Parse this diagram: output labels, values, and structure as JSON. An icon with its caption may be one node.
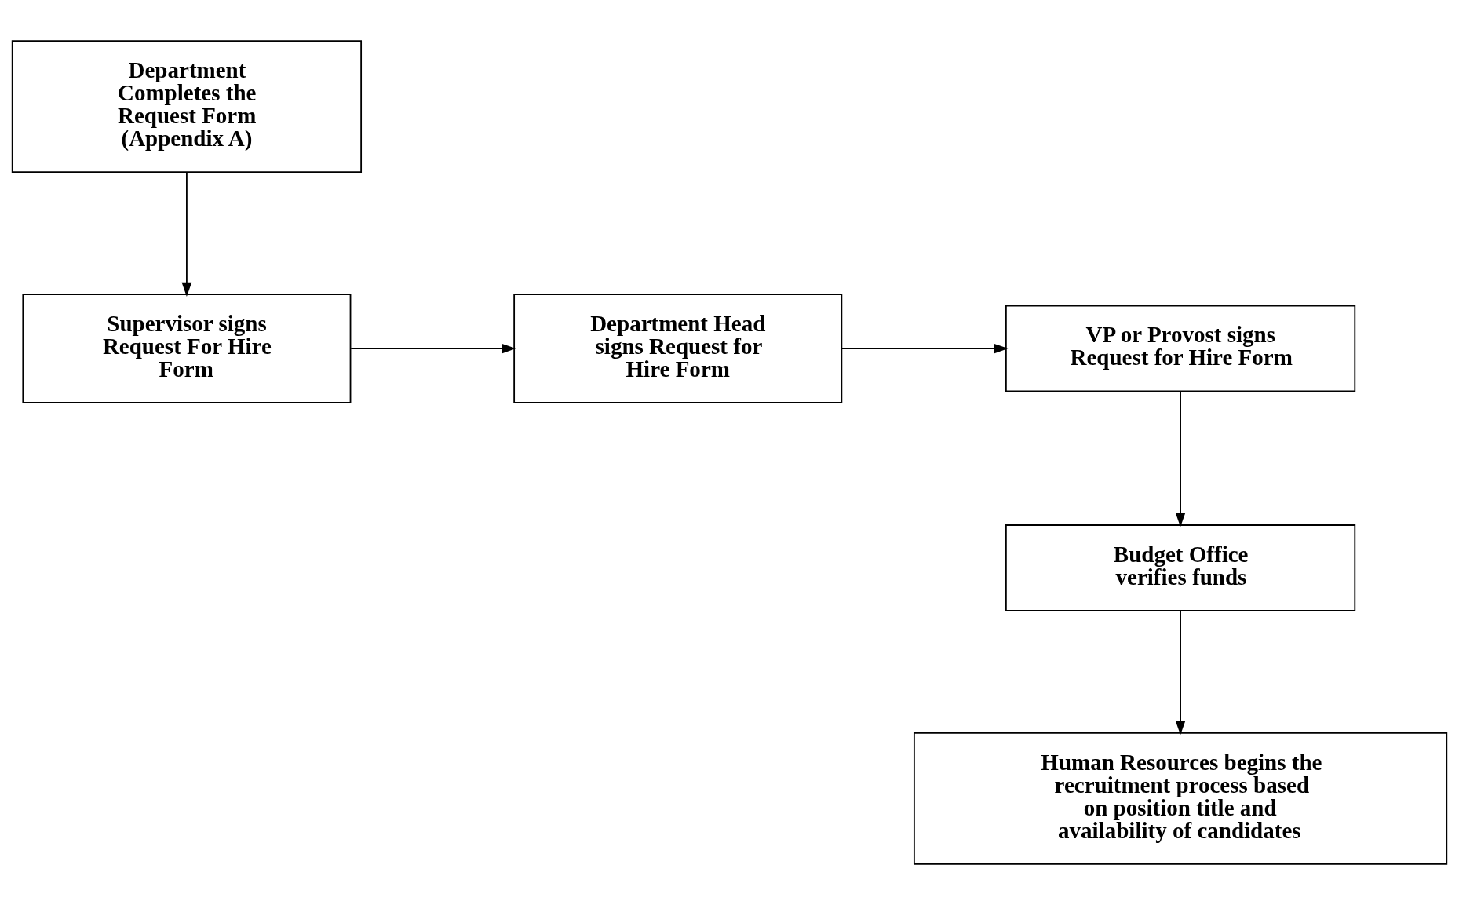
{
  "diagram": {
    "nodes": [
      {
        "text": [
          "Department Completes the Request Form (Appendix A)"
        ]
      },
      {
        "text": [
          "Supervisor signs Request For Hire Form"
        ]
      },
      {
        "text": [
          "Department Head signs Request for Hire Form"
        ]
      },
      {
        "text": [
          "VP or Provost signs Request for Hire Form"
        ]
      },
      {
        "text": [
          "Budget Office verifies funds"
        ]
      },
      {
        "text": [
          "Human Resources begins the recruitment process based on position title and availability of candidates"
        ]
      }
    ],
    "edges": [
      {
        "from": 0,
        "to": 1,
        "arrow": "to"
      },
      {
        "from": 1,
        "to": 2,
        "arrow": "to"
      },
      {
        "from": 2,
        "to": 3,
        "arrow": "to"
      },
      {
        "from": 3,
        "to": 4,
        "arrow": "to"
      },
      {
        "from": 4,
        "to": 5,
        "arrow": "to"
      }
    ]
  }
}
